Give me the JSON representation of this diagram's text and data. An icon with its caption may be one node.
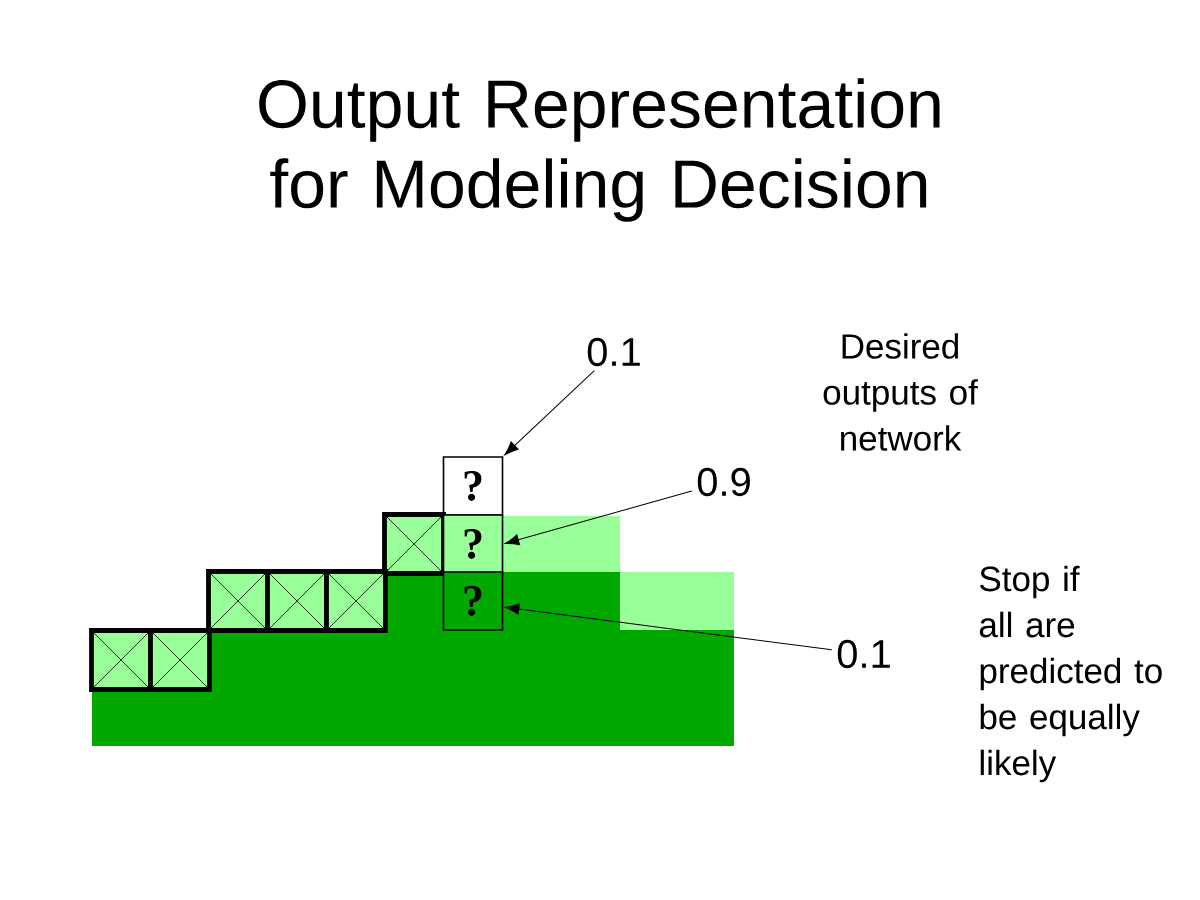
{
  "diagram": {
    "title": "Output Representation for Modeling Decision",
    "nodes": [
      {
        "text": [
          "0.1"
        ]
      },
      {
        "text": [
          "?"
        ]
      },
      {
        "text": [
          "0.9"
        ]
      },
      {
        "text": [],
        "shape": "box"
      },
      {
        "text": [
          "?"
        ]
      },
      {
        "text": [],
        "shape": "box"
      },
      {
        "text": [],
        "shape": "box"
      },
      {
        "text": [],
        "shape": "box"
      },
      {
        "text": [
          "?"
        ]
      },
      {
        "text": [
          "0.1"
        ]
      },
      {
        "text": [],
        "shape": "box"
      },
      {
        "text": [],
        "shape": "box"
      }
    ],
    "edges": [
      {
        "from": 0,
        "to": 1,
        "arrow": "to"
      },
      {
        "from": 2,
        "to": 4,
        "arrow": "to"
      },
      {
        "from": 9,
        "to": 8,
        "arrow": "to"
      }
    ],
    "labels": [
      "Desired outputs of network",
      "Stop if all are predicted to be equally likely"
    ]
  }
}
